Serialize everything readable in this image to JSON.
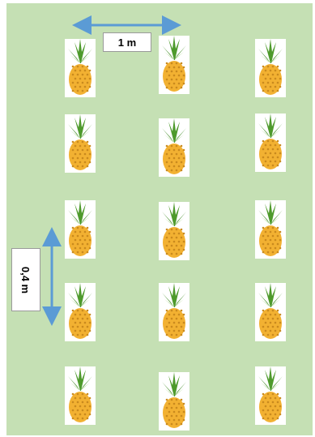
{
  "labels": {
    "row_spacing": "1 m",
    "plant_spacing": "0,4 m"
  },
  "plant_icon": "pineapple-icon",
  "grid": {
    "rows": 5,
    "columns": 3
  },
  "colors": {
    "field": "#c5e0b4",
    "arrow": "#5b9bd5",
    "fruit": "#f2b132",
    "leaves": "#4e9a2c"
  }
}
